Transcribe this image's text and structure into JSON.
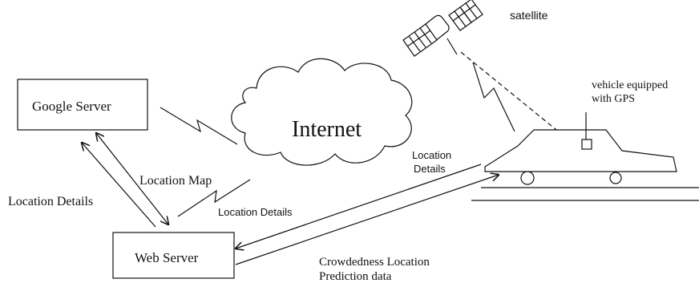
{
  "nodes": {
    "google_server": "Google Server",
    "web_server": "Web Server",
    "internet": "Internet",
    "satellite": "satellite",
    "vehicle_line1": "vehicle equipped",
    "vehicle_line2": "with GPS"
  },
  "edges": {
    "location_details_left": "Location Details",
    "location_map": "Location Map",
    "location_details_web": "Location Details",
    "location_details_vehicle_1": "Location",
    "location_details_vehicle_2": "Details",
    "crowdedness_1": "Crowdedness Location",
    "crowdedness_2": "Prediction data"
  },
  "colors": {
    "stroke": "#111111",
    "background": "#ffffff"
  }
}
